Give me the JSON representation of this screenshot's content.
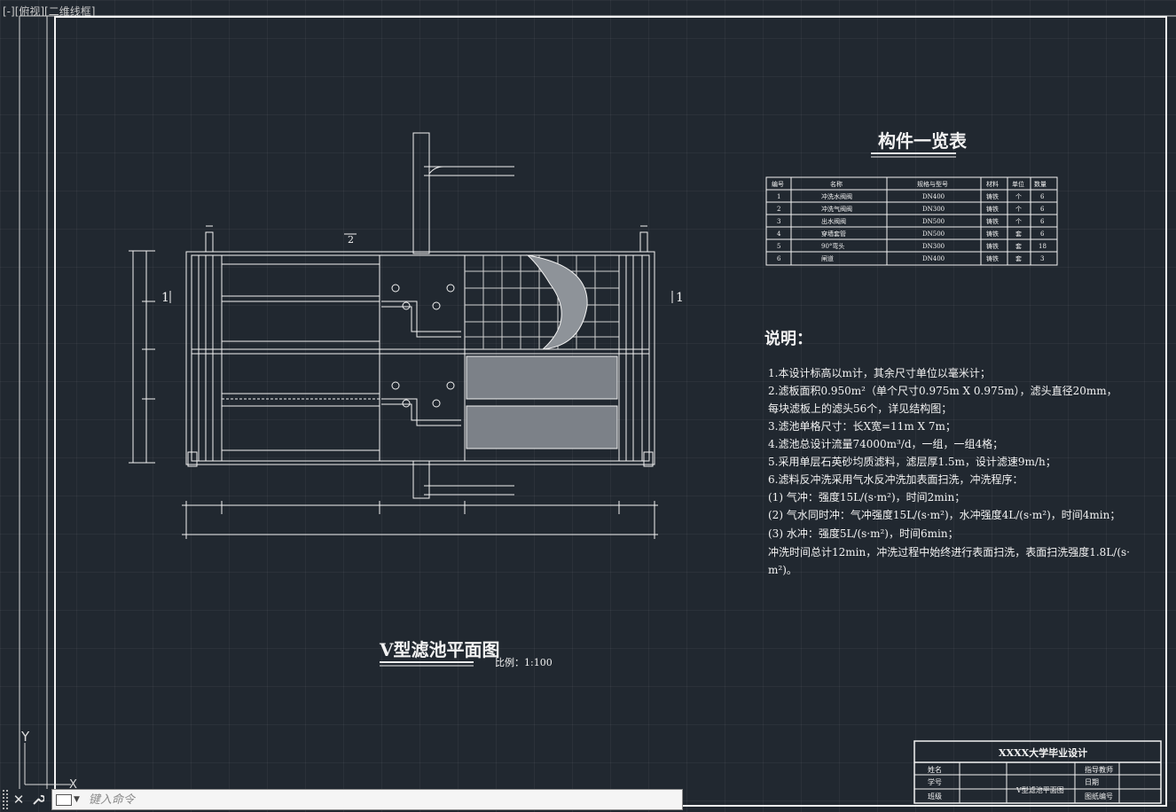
{
  "viewport": {
    "label": "[-][俯视][二维线框]"
  },
  "ucs": {
    "y_label": "Y",
    "x_label": "X"
  },
  "command_line": {
    "placeholder": "键入命令"
  },
  "drawing": {
    "title": "V型滤池平面图",
    "scale": "比例：1:100",
    "section_mark": "1",
    "section_mark_2": "2",
    "components_table": {
      "title": "构件一览表",
      "headers": [
        "编号",
        "名称",
        "规格与型号",
        "材料",
        "单位",
        "数量"
      ],
      "rows": [
        [
          "1",
          "冲洗水阀阀",
          "DN400",
          "铸铁",
          "个",
          "6"
        ],
        [
          "2",
          "冲洗气阀阀",
          "DN300",
          "铸铁",
          "个",
          "6"
        ],
        [
          "3",
          "出水阀阀",
          "DN500",
          "铸铁",
          "个",
          "6"
        ],
        [
          "4",
          "穿墙套管",
          "DN500",
          "铸铁",
          "套",
          "6"
        ],
        [
          "5",
          "90°弯头",
          "DN300",
          "铸铁",
          "套",
          "18"
        ],
        [
          "6",
          "闸道",
          "DN400",
          "铸铁",
          "套",
          "3"
        ]
      ]
    },
    "notes": {
      "title": "说明：",
      "lines": [
        "1.本设计标高以m计，其余尺寸单位以毫米计；",
        "2.滤板面积0.950m²（单个尺寸0.975m X 0.975m），滤头直径20mm，",
        "   每块滤板上的滤头56个，详见结构图；",
        "3.滤池单格尺寸：长X宽=11m X 7m；",
        "4.滤池总设计流量74000m³/d，一组，一组4格；",
        "5.采用单层石英砂均质滤料，滤层厚1.5m，设计滤速9m/h；",
        "6.滤料反冲洗采用气水反冲洗加表面扫洗，冲洗程序：",
        "  (1) 气冲：强度15L/(s·m²)，时间2min；",
        "  (2) 气水同时冲：气冲强度15L/(s·m²)，水冲强度4L/(s·m²)，时间4min；",
        "  (3) 水冲：强度5L/(s·m²)，时间6min；",
        "  冲洗时间总计12min，冲洗过程中始终进行表面扫洗，表面扫洗强度1.8L/(s·",
        "m²)。"
      ]
    },
    "title_block": {
      "school": "XXXX大学毕业设计",
      "drawing_name": "V型滤池平面图",
      "labels": [
        "姓名",
        "学号",
        "班级",
        "指导教师",
        "日期",
        "图纸编号"
      ]
    }
  },
  "colors": {
    "background": "#212830",
    "linework": "#f2f2f2",
    "grid": "#2c343d",
    "command_bg": "#f5f5f5"
  }
}
